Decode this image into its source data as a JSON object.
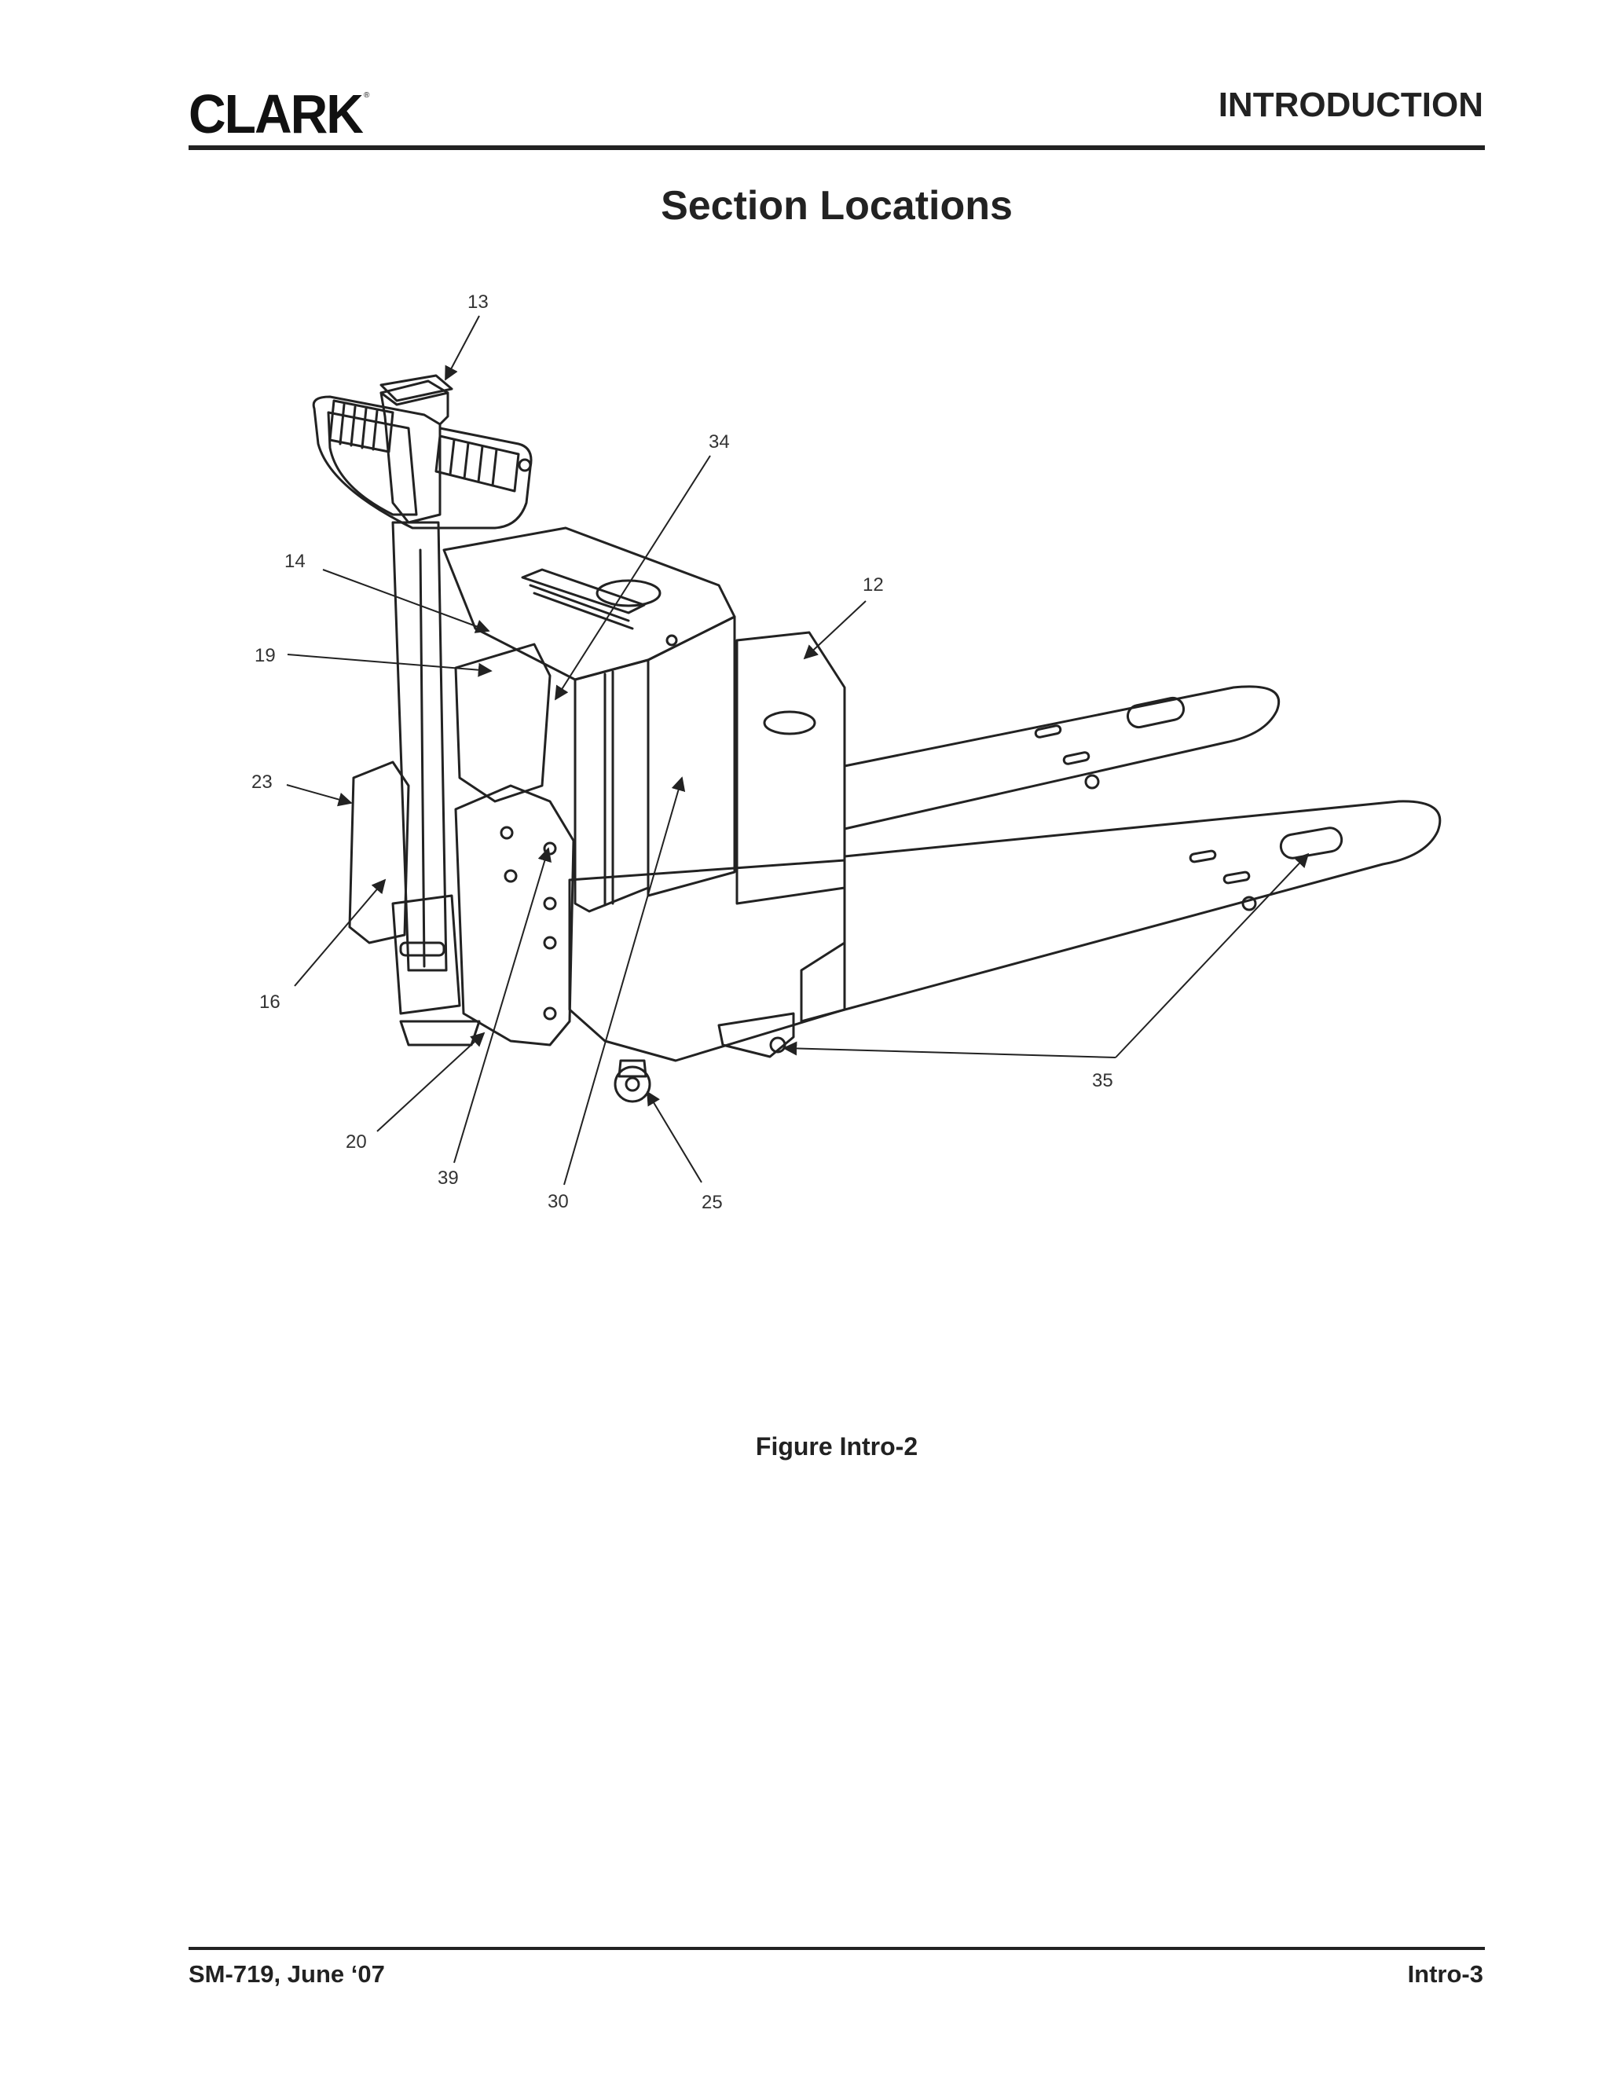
{
  "header": {
    "logo_text": "CLARK",
    "logo_mark": "®",
    "section": "INTRODUCTION"
  },
  "page_title": "Section Locations",
  "figure": {
    "callouts": [
      {
        "id": "c13",
        "label": "13"
      },
      {
        "id": "c34",
        "label": "34"
      },
      {
        "id": "c14",
        "label": "14"
      },
      {
        "id": "c12",
        "label": "12"
      },
      {
        "id": "c19",
        "label": "19"
      },
      {
        "id": "c23",
        "label": "23"
      },
      {
        "id": "c16",
        "label": "16"
      },
      {
        "id": "c35",
        "label": "35"
      },
      {
        "id": "c20",
        "label": "20"
      },
      {
        "id": "c39",
        "label": "39"
      },
      {
        "id": "c30",
        "label": "30"
      },
      {
        "id": "c25",
        "label": "25"
      }
    ],
    "caption": "Figure Intro-2"
  },
  "footer": {
    "left": "SM-719, June ‘07",
    "right": "Intro-3"
  }
}
